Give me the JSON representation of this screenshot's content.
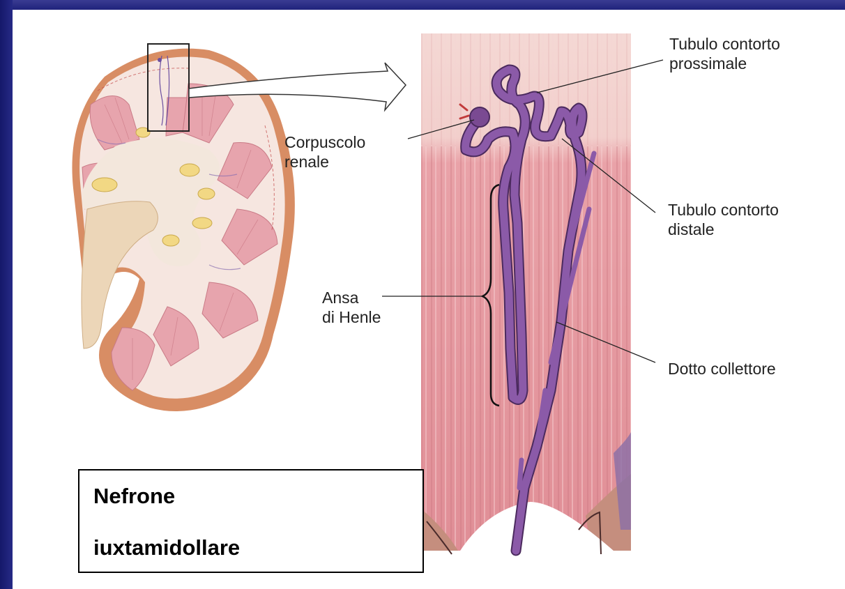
{
  "labels": {
    "tubulo_prossimale": [
      "Tubulo contorto",
      "prossimale"
    ],
    "corpuscolo": [
      "Corpuscolo",
      "renale"
    ],
    "tubulo_distale": [
      "Tubulo contorto",
      "distale"
    ],
    "ansa": [
      "Ansa",
      "di Henle"
    ],
    "dotto": "Dotto collettore"
  },
  "caption": {
    "line1": "Nefrone",
    "line2": "iuxtamidollare"
  },
  "colors": {
    "frame": "#1c1f78",
    "tissue": "#e8a0a6",
    "tubule": "#7b4a96",
    "cortex_outer": "#d98a62"
  }
}
